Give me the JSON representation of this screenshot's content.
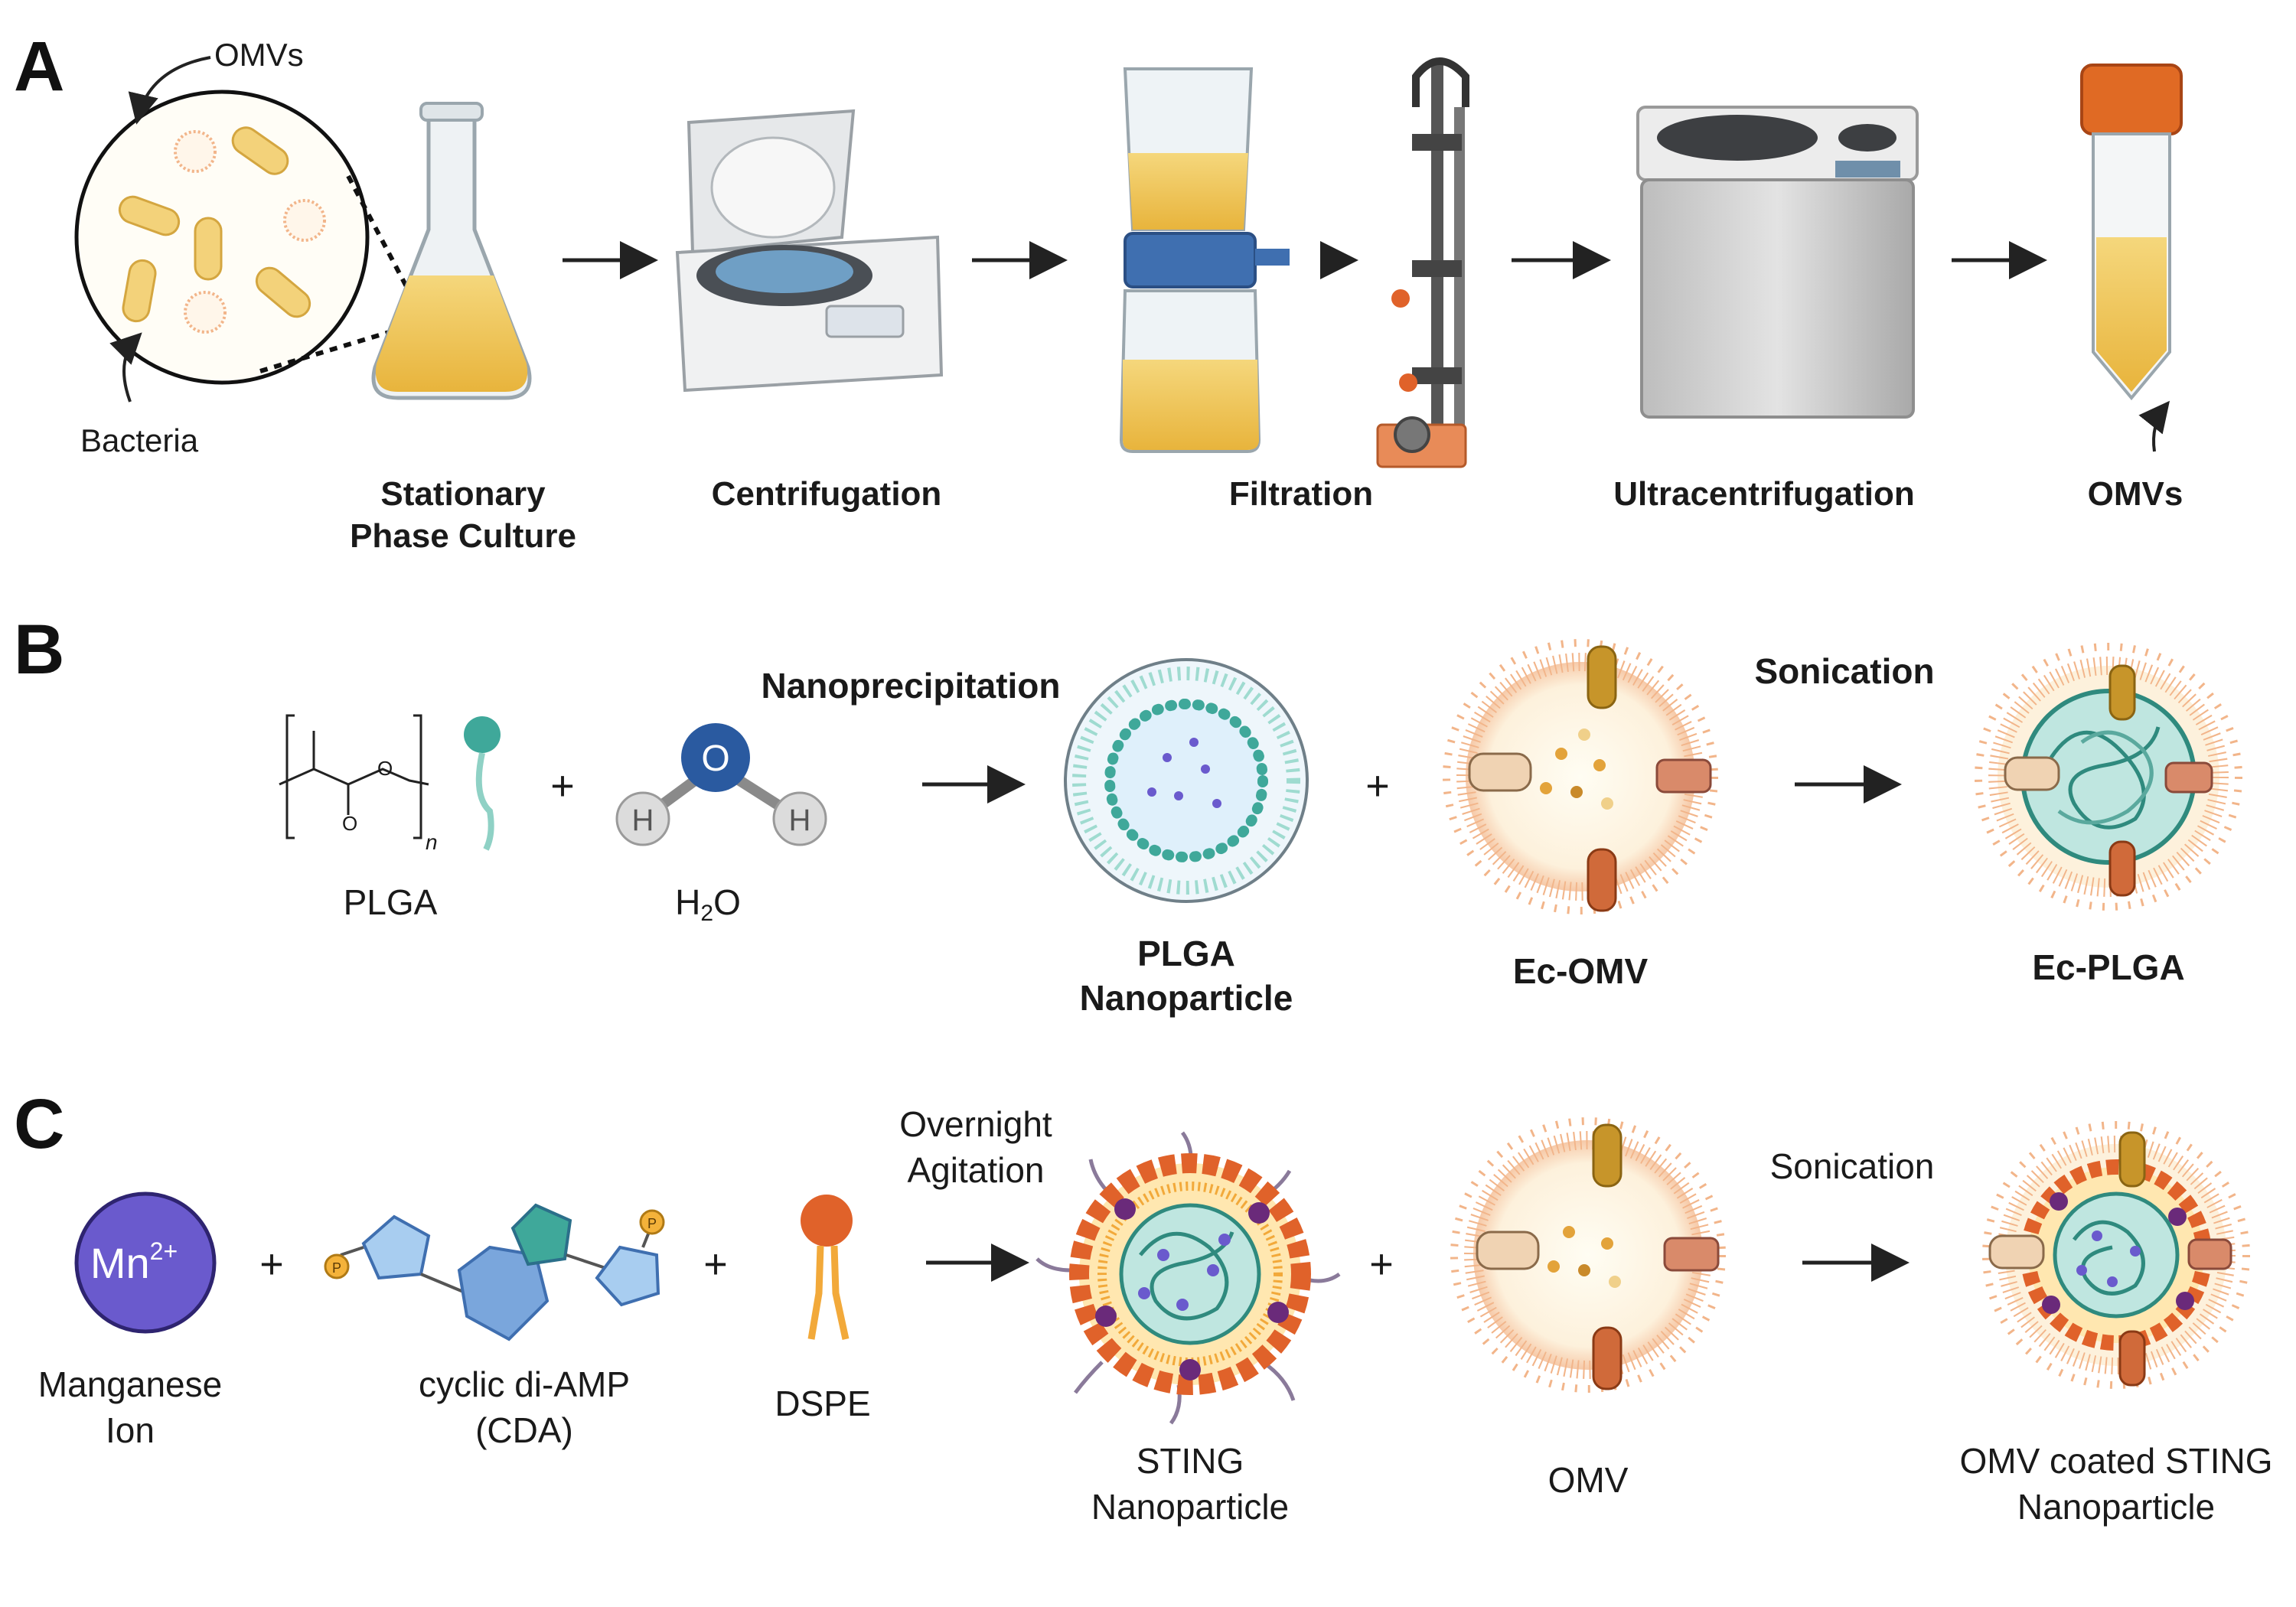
{
  "panels": {
    "a": {
      "letter": "A",
      "bacteria_label": "Bacteria",
      "inset_omvs_label": "OMVs",
      "steps": {
        "stationary_1": "Stationary",
        "stationary_2": "Phase Culture",
        "centrifugation": "Centrifugation",
        "filtration": "Filtration",
        "ultracentrifugation": "Ultracentrifugation",
        "omvs": "OMVs"
      }
    },
    "b": {
      "letter": "B",
      "plga_label": "PLGA",
      "plga_n": "n",
      "water_label_h": "H",
      "water_label_sub": "2",
      "water_label_o": "O",
      "atom_o": "O",
      "atom_h": "H",
      "nanoprecipitation": "Nanoprecipitation",
      "plga_np_1": "PLGA",
      "plga_np_2": "Nanoparticle",
      "ec_omv": "Ec-OMV",
      "sonication": "Sonication",
      "ec_plga": "Ec-PLGA",
      "plus": "+"
    },
    "c": {
      "letter": "C",
      "mn_text": "Mn",
      "mn_sup": "2+",
      "manganese_1": "Manganese",
      "manganese_2": "Ion",
      "cda_1": "cyclic di-AMP",
      "cda_2": "(CDA)",
      "phosphate": "P",
      "dspe": "DSPE",
      "overnight_1": "Overnight",
      "overnight_2": "Agitation",
      "sting_1": "STING",
      "sting_2": "Nanoparticle",
      "omv": "OMV",
      "sonication": "Sonication",
      "coated_1": "OMV coated STING",
      "coated_2": "Nanoparticle",
      "plus": "+"
    }
  },
  "colors": {
    "culture_yellow": "#f2c95a",
    "filter_blue": "#3f6fb0",
    "water_blue": "#2a5aa0",
    "teal": "#3fa89a",
    "omv_peach": "#f6c9a8",
    "mn_purple": "#6a5acd",
    "dspe_orange": "#e0622a",
    "tube_cap": "#e06a24"
  }
}
